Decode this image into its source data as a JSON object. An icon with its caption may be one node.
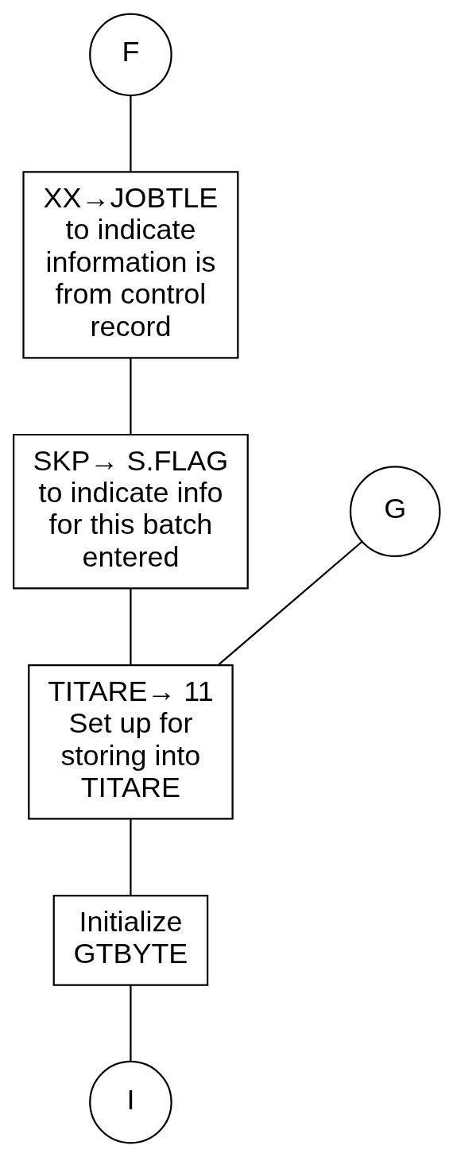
{
  "diagram": {
    "nodes": [
      {
        "text": [
          "F"
        ]
      },
      {
        "text": [
          "XX→JOBTLE",
          "to indicate information is from control record"
        ]
      },
      {
        "text": [
          "SKP→ S.FLAG",
          "to indicate info for this batch entered"
        ]
      },
      {
        "text": [
          "G"
        ]
      },
      {
        "text": [
          "TITARE→ 11",
          "Set up for storing into TITARE"
        ]
      },
      {
        "text": [
          "Initialize GTBYTE"
        ]
      },
      {
        "text": [
          "I"
        ]
      }
    ],
    "edges": [
      {
        "from": 0,
        "to": 1,
        "arrow": "none"
      },
      {
        "from": 1,
        "to": 2,
        "arrow": "none"
      },
      {
        "from": 2,
        "to": 4,
        "arrow": "none"
      },
      {
        "from": 3,
        "to": 4,
        "arrow": "none"
      },
      {
        "from": 4,
        "to": 5,
        "arrow": "none"
      },
      {
        "from": 5,
        "to": 6,
        "arrow": "none"
      }
    ]
  }
}
